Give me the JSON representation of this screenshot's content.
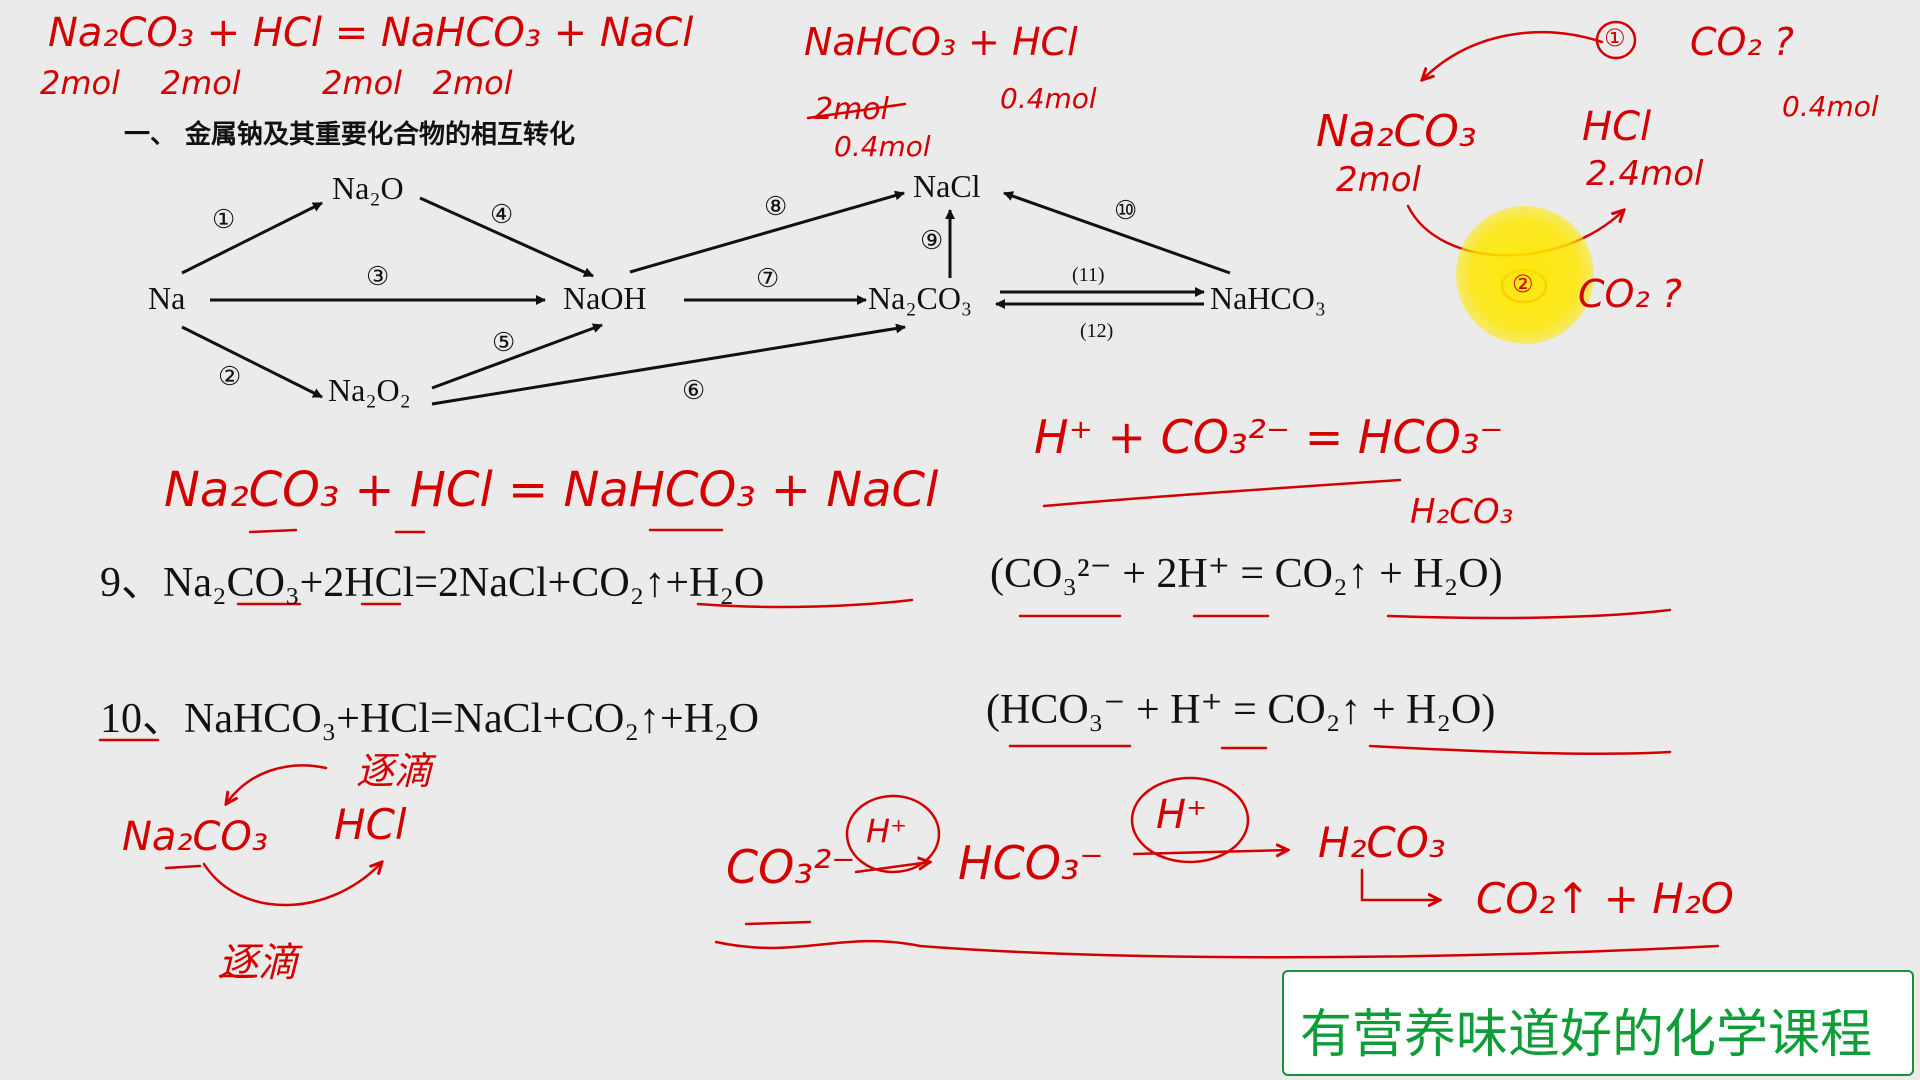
{
  "heading": "一、   金属钠及其重要化合物的相互转化",
  "diagram": {
    "nodes": {
      "na": "Na",
      "na2o": "Na₂O",
      "na2o2": "Na₂O₂",
      "naoh": "NaOH",
      "nacl": "NaCl",
      "na2co3": "Na₂CO₃",
      "nahco3": "NaHCO₃"
    },
    "labels": [
      "①",
      "②",
      "③",
      "④",
      "⑤",
      "⑥",
      "⑦",
      "⑧",
      "⑨",
      "⑩",
      "(11)",
      "(12)"
    ]
  },
  "equations": {
    "eq9_main": "9、Na₂CO₃+2HCl=2NaCl+CO₂↑+H₂O",
    "eq9_ionic": "(CO₃²⁻ + 2H⁺ = CO₂↑ + H₂O)",
    "eq10_main": "10、NaHCO₃+HCl=NaCl+CO₂↑+H₂O",
    "eq10_ionic": "(HCO₃⁻ + H⁺ = CO₂↑ + H₂O)"
  },
  "annotations": {
    "top_left_eq": "Na₂CO₃ + HCl = NaHCO₃ + NaCl",
    "top_left_mols": "2mol    2mol        2mol   2mol",
    "top_mid_eq": "NaHCO₃ + HCl",
    "top_mid_struck": "2mol",
    "top_mid_mol1": "0.4mol",
    "top_mid_mol2": "0.4mol",
    "right_na2co3": "Na₂CO₃",
    "right_na2co3_mol": "2mol",
    "right_hcl": "HCl",
    "right_hcl_mol": "2.4mol",
    "right_circle1": "①",
    "right_circle2": "②",
    "right_co2_q1": "CO₂ ?",
    "right_co2_q2": "CO₂ ?",
    "right_far_mol": "0.4mol",
    "mid_eq": "Na₂CO₃ + HCl = NaHCO₃ + NaCl",
    "mid_ionic": "H⁺ + CO₃²⁻ = HCO₃⁻",
    "h2co3_label": "H₂CO₃",
    "bl_dropwise1": "逐滴",
    "bl_na2co3": "Na₂CO₃",
    "bl_hcl": "HCl",
    "bl_dropwise2": "逐滴",
    "chain_co3": "CO₃²⁻",
    "chain_h1": "H⁺",
    "chain_hco3": "HCO₃⁻",
    "chain_h2": "H⁺",
    "chain_h2co3": "H₂CO₃",
    "chain_products": "CO₂↑ + H₂O"
  },
  "footer": {
    "label": "有营养味道好的化学课程"
  },
  "colors": {
    "ink_red": "#d40000",
    "footer_green": "#0f9d3a",
    "highlight_yellow": "#ffe800",
    "printed_black": "#111111"
  }
}
